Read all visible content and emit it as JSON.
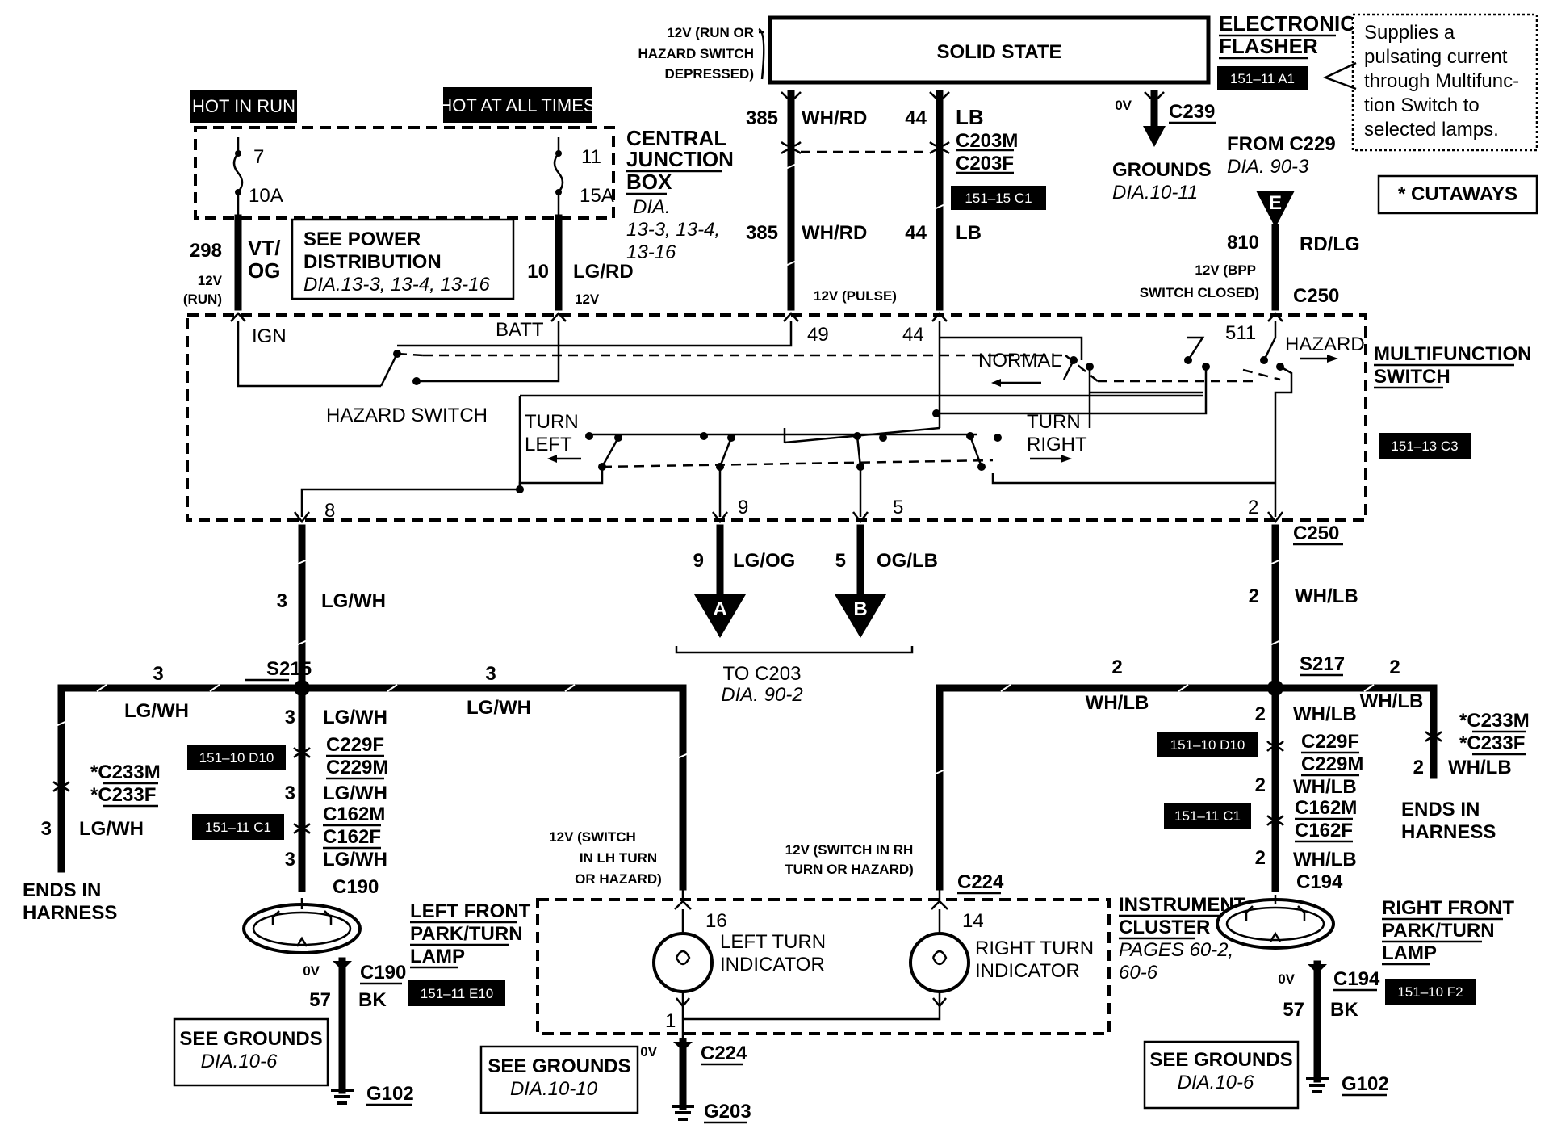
{
  "flasher": {
    "body": "SOLID STATE",
    "name_line1": "ELECTRONIC",
    "name_line2": "FLASHER",
    "ref": "151–11 A1",
    "supply_line1": "12V (RUN OR",
    "supply_line2": "HAZARD SWITCH",
    "supply_line3": "DEPRESSED)",
    "note_line1": "Supplies a",
    "note_line2": "pulsating current",
    "note_line3": "through Multifunc-",
    "note_line4": "tion Switch to",
    "note_line5": "selected lamps."
  },
  "cutaways": "* CUTAWAYS",
  "cjb": {
    "hot_in_run": "HOT IN RUN",
    "hot_at_all_times": "HOT AT ALL TIMES",
    "title_line1": "CENTRAL",
    "title_line2": "JUNCTION",
    "title_line3": "BOX",
    "dia_line1": "DIA.",
    "dia_line2": "13-3, 13-4,",
    "dia_line3": "13-16",
    "fuse1_num": "7",
    "fuse1_amp": "10A",
    "fuse2_num": "11",
    "fuse2_amp": "15A"
  },
  "power_dist": {
    "line1": "SEE POWER",
    "line2": "DISTRIBUTION",
    "line3": "DIA.13-3, 13-4, 13-16"
  },
  "wires": {
    "w298": "298",
    "w298_color_line1": "VT/",
    "w298_color_line2": "OG",
    "w298_v_line1": "12V",
    "w298_v_line2": "(RUN)",
    "w10": "10",
    "w10_color": "LG/RD",
    "w10_v": "12V",
    "w385": "385",
    "w385_color": "WH/RD",
    "w44": "44",
    "w44_color": "LB",
    "pulse": "12V (PULSE)",
    "c203m": "C203M",
    "c203f": "C203F",
    "ref_c1": "151–15 C1",
    "ov": "0V",
    "c239": "C239",
    "grounds": "GROUNDS",
    "grounds_dia": "DIA.10-11",
    "from_c229": "FROM C229",
    "from_c229_dia": "DIA. 90-3",
    "e": "E",
    "w810": "810",
    "w810_color": "RD/LG",
    "bpp_line1": "12V (BPP",
    "bpp_line2": "SWITCH CLOSED)",
    "c250": "C250"
  },
  "mfs": {
    "ign": "IGN",
    "batt": "BATT",
    "pin49": "49",
    "pin44": "44",
    "pin511": "511",
    "normal": "NORMAL",
    "hazard": "HAZARD",
    "hazard_switch": "HAZARD SWITCH",
    "turn_left_line1": "TURN",
    "turn_left_line2": "LEFT",
    "turn_right_line1": "TURN",
    "turn_right_line2": "RIGHT",
    "title_line1": "MULTIFUNCTION",
    "title_line2": "SWITCH",
    "ref": "151–13 C3",
    "pin8": "8",
    "pin9": "9",
    "pin5": "5",
    "pin2": "2",
    "c250": "C250"
  },
  "lower": {
    "w9": "9",
    "w9_color": "LG/OG",
    "w5": "5",
    "w5_color": "OG/LB",
    "a": "A",
    "b": "B",
    "to_c203": "TO  C203",
    "to_c203_dia": "DIA. 90-2",
    "w3": "3",
    "lg_wh": "LG/WH",
    "w2": "2",
    "wh_lb": "WH/LB",
    "s215": "S215",
    "s217": "S217",
    "c233m": "*C233M",
    "c233f": "*C233F",
    "ends_line1": "ENDS IN",
    "ends_line2": "HARNESS",
    "ref_d10": "151–10 D10",
    "ref_c1": "151–11 C1",
    "c229f": "C229F",
    "c229m": "C229M",
    "c162m": "C162M",
    "c162f": "C162F",
    "c190": "C190",
    "c194": "C194",
    "lf_line1": "LEFT FRONT",
    "lf_line2": "PARK/TURN",
    "lf_line3": "LAMP",
    "rf_line1": "RIGHT FRONT",
    "rf_line2": "PARK/TURN",
    "rf_line3": "LAMP",
    "ov": "0V",
    "w57": "57",
    "bk": "BK",
    "ref_e10": "151–11 E10",
    "ref_f2": "151–10 F2",
    "see_grounds": "SEE GROUNDS",
    "dia_10_6": "DIA.10-6",
    "dia_10_10": "DIA.10-10",
    "g102": "G102",
    "g203": "G203",
    "c224": "C224",
    "lh_line1": "12V (SWITCH",
    "lh_line2": "IN LH TURN",
    "lh_line3": "OR  HAZARD)",
    "rh_line1": "12V (SWITCH IN RH",
    "rh_line2": "TURN OR  HAZARD)",
    "pin16": "16",
    "pin14": "14",
    "pin1": "1",
    "lti_line1": "LEFT TURN",
    "lti_line2": "INDICATOR",
    "rti_line1": "RIGHT TURN",
    "rti_line2": "INDICATOR",
    "ic_line1": "INSTRUMENT",
    "ic_line2": "CLUSTER",
    "ic_line3": "PAGES 60-2,",
    "ic_line4": "60-6"
  }
}
